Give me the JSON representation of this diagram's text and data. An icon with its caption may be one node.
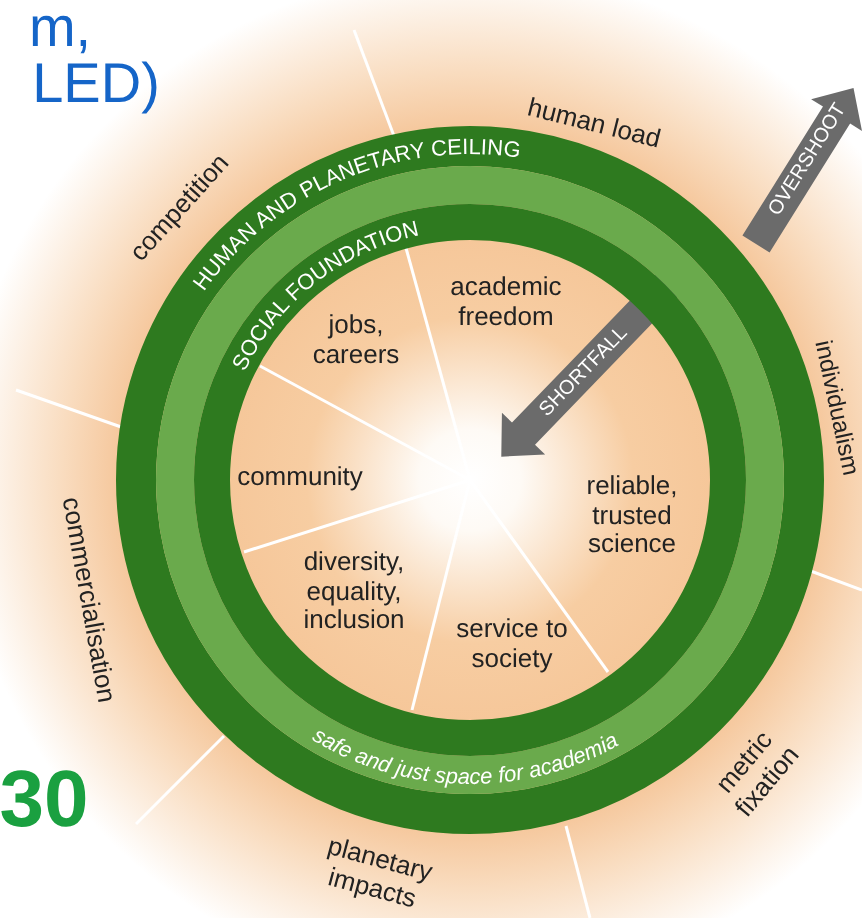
{
  "diagram": {
    "nodes": [
      {
        "text": [
          "HUMAN AND PLANETARY CEILING",
          "safe and just space for academia"
        ]
      },
      {
        "text": [
          "SOCIAL FOUNDATION"
        ],
        "in": 0
      }
    ],
    "labels": [
      "m,",
      "LED)",
      "human load",
      "competition",
      "OVERSHOOT",
      "academic freedom",
      "jobs, careers",
      "individualism",
      "SHORTFALL",
      "community",
      "reliable, trusted science",
      "commercialisation",
      "diversity, equality, inclusion",
      "service to society",
      "30",
      "metric fixation",
      "planetary impacts"
    ]
  }
}
